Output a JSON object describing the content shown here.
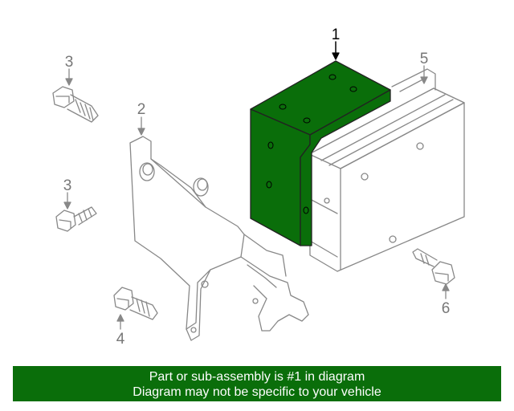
{
  "diagram": {
    "callouts": {
      "c1": "1",
      "c2": "2",
      "c3a": "3",
      "c3b": "3",
      "c4": "4",
      "c5": "5",
      "c6": "6"
    },
    "highlight_color": "#0a6e0a",
    "line_color": "#888888",
    "callout_color": "#777777",
    "callout_primary_color": "#000000"
  },
  "banner": {
    "line1": "Part or sub-assembly is #1 in diagram",
    "line2": "Diagram may not be specific to your vehicle",
    "background": "#0a6e0a",
    "text_color": "#ffffff"
  }
}
